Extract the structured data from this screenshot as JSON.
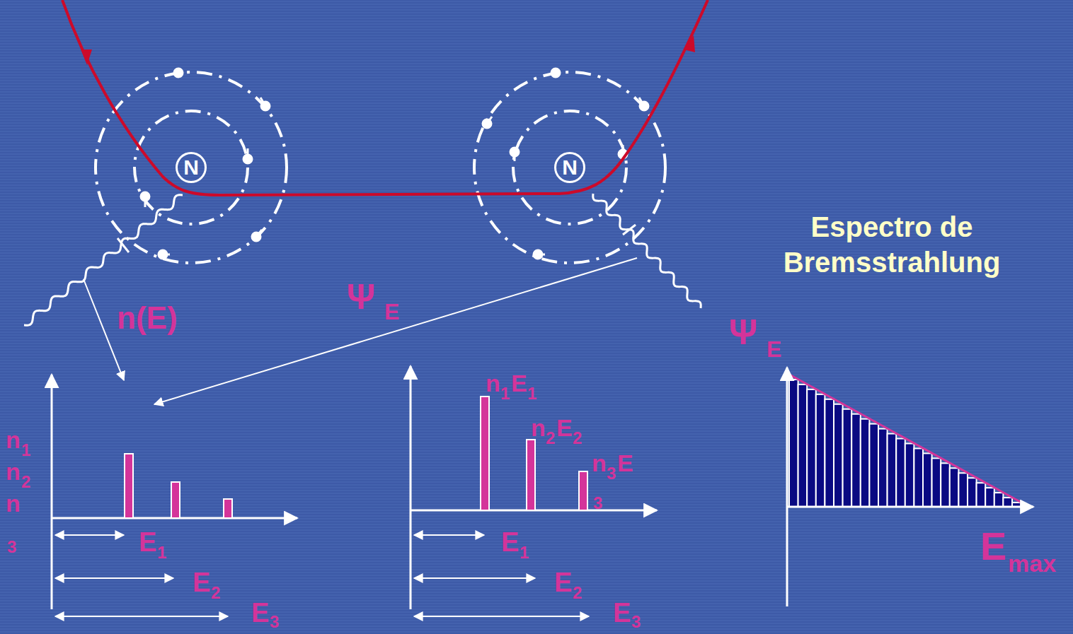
{
  "diagram": {
    "nodes": [
      {
        "text": [
          "N"
        ]
      },
      {
        "text": [
          "N"
        ]
      }
    ],
    "labels": [
      "n(E)",
      "Ψ",
      "E",
      "Espectro de Bremsstrahlung",
      "Ψ",
      "E",
      "n",
      "1",
      "n",
      "2",
      "n",
      "3",
      "E",
      "1",
      "E",
      "2",
      "E",
      "3",
      "n",
      "1",
      "E",
      "1",
      "n",
      "2",
      "E",
      "2",
      "n",
      "3",
      "E",
      "3",
      "E",
      "1",
      "E",
      "2",
      "E",
      "3",
      "E",
      "max"
    ]
  }
}
